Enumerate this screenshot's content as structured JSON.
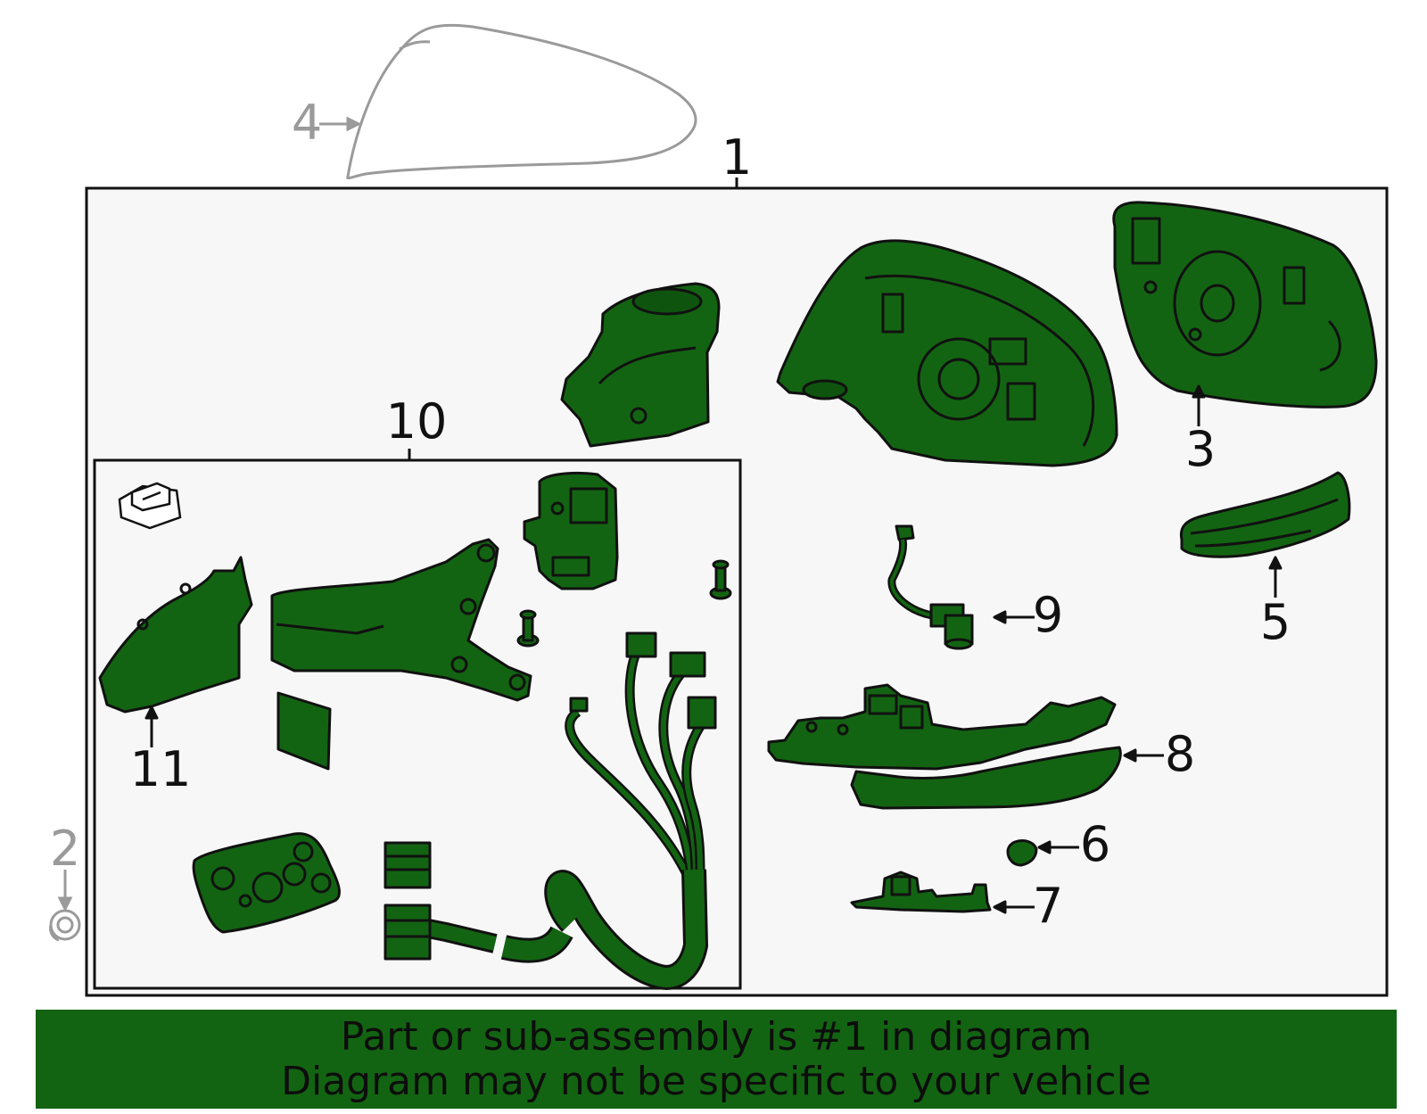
{
  "colors": {
    "part_fill": "#136412",
    "outline": "#111111",
    "panel_bg": "#f7f7f7",
    "ghost": "#9a9a9a",
    "banner_bg": "#136412",
    "banner_text": "#0d0d0d"
  },
  "callouts": {
    "c1": "1",
    "c2": "2",
    "c3": "3",
    "c4": "4",
    "c5": "5",
    "c6": "6",
    "c7": "7",
    "c8": "8",
    "c9": "9",
    "c10": "10",
    "c11": "11"
  },
  "banner": {
    "line1": "Part or sub-assembly is #1 in diagram",
    "line2": "Diagram may not be specific to your vehicle"
  }
}
